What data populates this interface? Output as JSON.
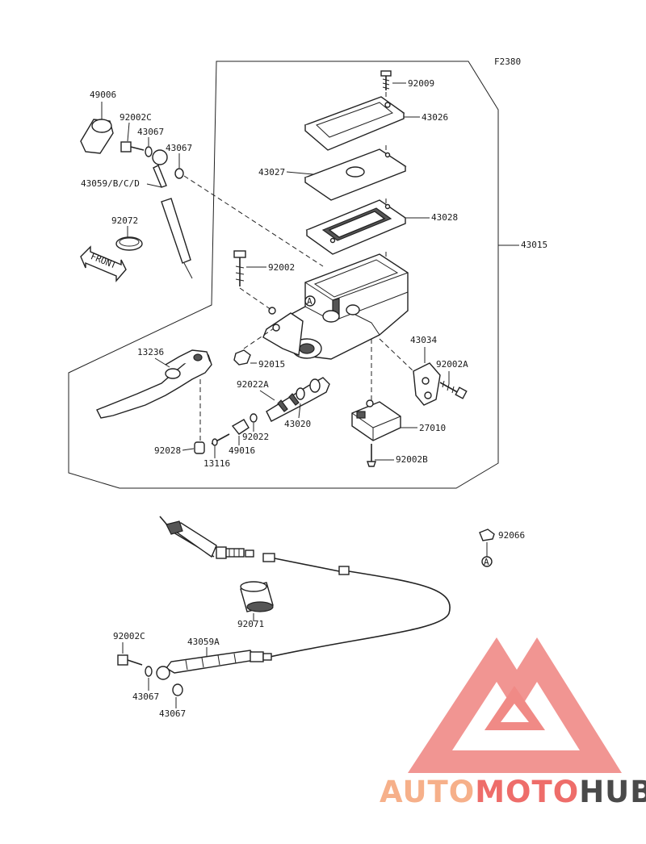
{
  "figure_code": "F2380",
  "front_label": "FRONT",
  "reference_letter": "A",
  "part_numbers": {
    "p92009": "92009",
    "p43026": "43026",
    "p43027": "43027",
    "p43028": "43028",
    "p43015": "43015",
    "p92002": "92002",
    "p43034": "43034",
    "p92002A": "92002A",
    "p92015": "92015",
    "p13236": "13236",
    "p92022A": "92022A",
    "p43020": "43020",
    "p27010": "27010",
    "p92022": "92022",
    "p49016": "49016",
    "p92028": "92028",
    "p13116": "13116",
    "p92002B": "92002B",
    "p49006": "49006",
    "p92002C_top": "92002C",
    "p43067_top1": "43067",
    "p43067_top2": "43067",
    "p43059BCD": "43059/B/C/D",
    "p92072": "92072",
    "p92066": "92066",
    "p92071": "92071",
    "p92002C_bot": "92002C",
    "p43059A": "43059A",
    "p43067_bot1": "43067",
    "p43067_bot2": "43067"
  },
  "watermark": {
    "part1": "AUTO",
    "part2": "MOTO",
    "part3": "HUB",
    "colors": {
      "light": "#f6b08a",
      "red": "#ee6d6a",
      "dark": "#4a4a4a"
    }
  }
}
